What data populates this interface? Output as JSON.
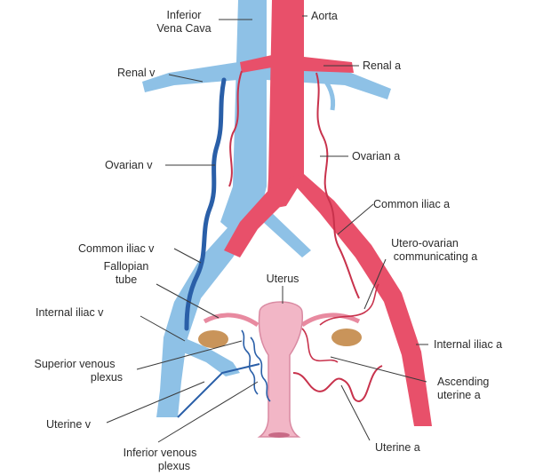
{
  "labels": {
    "ivc_line1": "Inferior",
    "ivc_line2": "Vena Cava",
    "aorta": "Aorta",
    "renal_v": "Renal v",
    "renal_a": "Renal a",
    "ovarian_v": "Ovarian v",
    "ovarian_a": "Ovarian a",
    "common_iliac_a": "Common iliac a",
    "common_iliac_v": "Common iliac v",
    "fallopian_line1": "Fallopian",
    "fallopian_line2": "tube",
    "uterus": "Uterus",
    "utero_ovarian_line1": "Utero-ovarian",
    "utero_ovarian_line2": "communicating a",
    "internal_iliac_v": "Internal iliac v",
    "internal_iliac_a": "Internal iliac a",
    "sup_venous_line1": "Superior venous",
    "sup_venous_line2": "plexus",
    "ascending_line1": "Ascending",
    "ascending_line2": "uterine a",
    "uterine_v": "Uterine v",
    "uterine_a": "Uterine a",
    "inf_venous_line1": "Inferior venous",
    "inf_venous_line2": "plexus"
  },
  "colors": {
    "vein": "#8ec1e6",
    "vein_dark": "#2a5fa8",
    "artery": "#e8506a",
    "artery_dark": "#c8324c",
    "uterus": "#f2b6c6",
    "uterus_edge": "#d98aa2",
    "ovary": "#c9945a",
    "label": "#2b2b2b"
  }
}
